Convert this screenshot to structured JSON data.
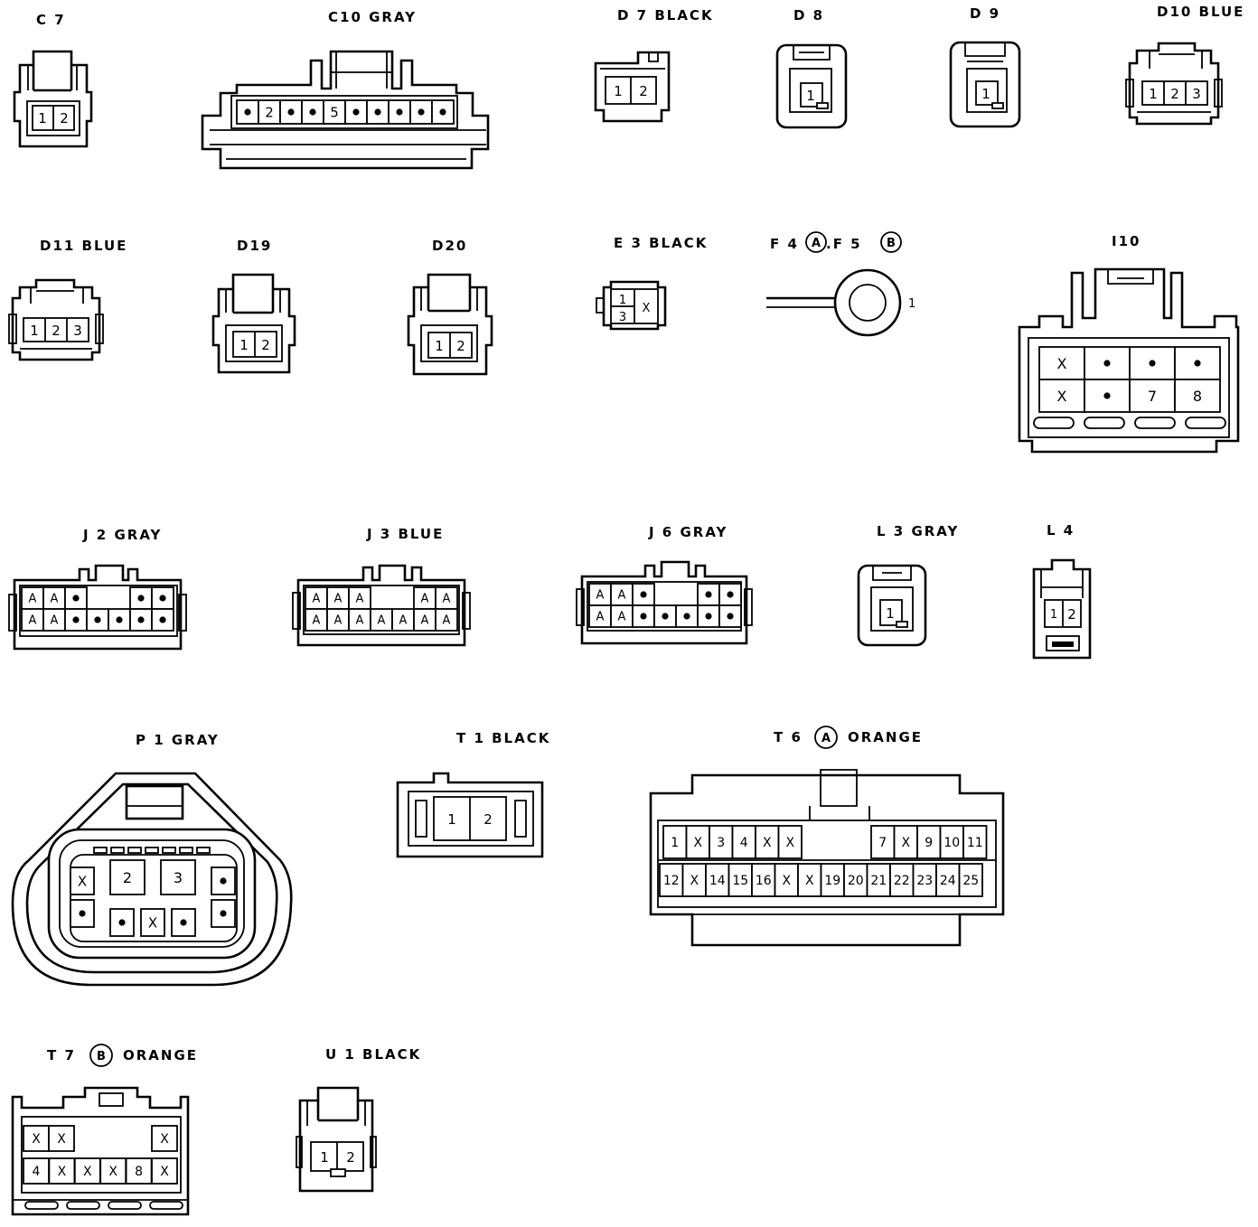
{
  "connectors": [
    {
      "id": "c7",
      "title": "C 7",
      "pins": [
        "1",
        "2"
      ]
    },
    {
      "id": "c10",
      "title": "C10 GRAY",
      "pins": [
        "•",
        "2",
        "•",
        "•",
        "5",
        "•",
        "•",
        "•",
        "•",
        "•"
      ]
    },
    {
      "id": "d7",
      "title": "D 7 BLACK",
      "pins": [
        "1",
        "2"
      ]
    },
    {
      "id": "d8",
      "title": "D 8",
      "pins": [
        "1"
      ]
    },
    {
      "id": "d9",
      "title": "D 9",
      "pins": [
        "1"
      ]
    },
    {
      "id": "d10",
      "title": "D10 BLUE",
      "pins": [
        "1",
        "2",
        "3"
      ]
    },
    {
      "id": "d11",
      "title": "D11 BLUE",
      "pins": [
        "1",
        "2",
        "3"
      ]
    },
    {
      "id": "d19",
      "title": "D19",
      "pins": [
        "1",
        "2"
      ]
    },
    {
      "id": "d20",
      "title": "D20",
      "pins": [
        "1",
        "2"
      ]
    },
    {
      "id": "e3",
      "title": "E 3 BLACK",
      "pins": [
        "1",
        "3",
        "X"
      ]
    },
    {
      "id": "f4f5",
      "title_parts": [
        "F 4",
        "A",
        ".F 5",
        "B"
      ],
      "pins": [
        "1"
      ]
    },
    {
      "id": "i10",
      "title": "I10",
      "pins": [
        [
          "X",
          "•",
          "•",
          "•"
        ],
        [
          "X",
          "•",
          "7",
          "8"
        ]
      ]
    },
    {
      "id": "j2",
      "title": "J 2 GRAY",
      "pins": [
        [
          "A",
          "A",
          "•",
          "•",
          "•"
        ],
        [
          "A",
          "A",
          "•",
          "•",
          "•",
          "•",
          "•"
        ]
      ]
    },
    {
      "id": "j3",
      "title": "J 3 BLUE",
      "pins": [
        [
          "A",
          "A",
          "A",
          "A",
          "A"
        ],
        [
          "A",
          "A",
          "A",
          "A",
          "A",
          "A",
          "A"
        ]
      ]
    },
    {
      "id": "j6",
      "title": "J 6 GRAY",
      "pins": [
        [
          "A",
          "A",
          "•",
          "•",
          "•"
        ],
        [
          "A",
          "A",
          "•",
          "•",
          "•",
          "•",
          "•"
        ]
      ]
    },
    {
      "id": "l3",
      "title": "L 3 GRAY",
      "pins": [
        "1"
      ]
    },
    {
      "id": "l4",
      "title": "L 4",
      "pins": [
        "1",
        "2"
      ]
    },
    {
      "id": "p1",
      "title": "P 1 GRAY",
      "pins": [
        [
          "X",
          "2",
          "3",
          "•"
        ],
        [
          "•",
          "•",
          "X",
          "•",
          "•"
        ]
      ]
    },
    {
      "id": "t1",
      "title": "T 1 BLACK",
      "pins": [
        "1",
        "2"
      ]
    },
    {
      "id": "t6",
      "title_parts": [
        "T 6",
        "A",
        "ORANGE"
      ],
      "pins": [
        [
          "1",
          "X",
          "3",
          "4",
          "X",
          "X",
          "7",
          "X",
          "9",
          "10",
          "11"
        ],
        [
          "12",
          "X",
          "14",
          "15",
          "16",
          "X",
          "X",
          "19",
          "20",
          "21",
          "22",
          "23",
          "24",
          "25"
        ]
      ]
    },
    {
      "id": "t7",
      "title_parts": [
        "T 7",
        "B",
        "ORANGE"
      ],
      "pins": [
        [
          "X",
          "X",
          "X"
        ],
        [
          "4",
          "X",
          "X",
          "X",
          "8",
          "X"
        ]
      ]
    },
    {
      "id": "u1",
      "title": "U 1 BLACK",
      "pins": [
        "1",
        "2"
      ]
    }
  ]
}
